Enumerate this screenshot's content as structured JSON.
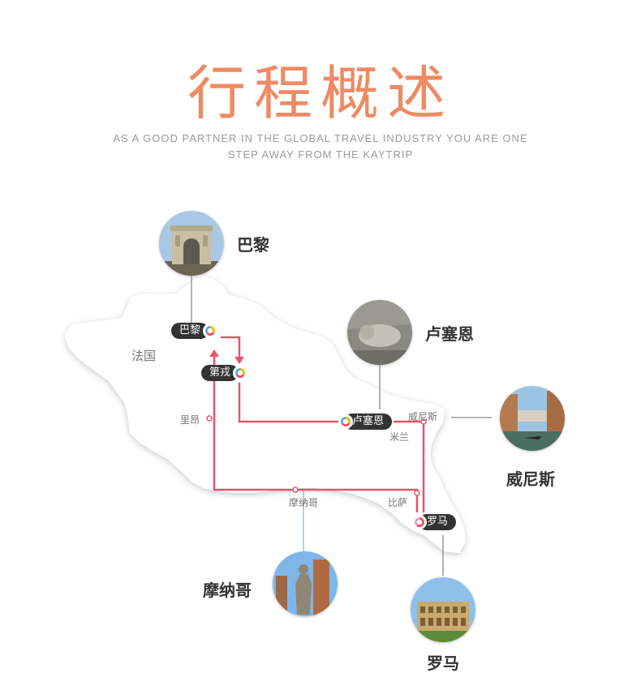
{
  "header": {
    "title": "行程概述",
    "subtitle_line1": "AS A GOOD PARTNER IN THE GLOBAL TRAVEL INDUSTRY YOU ARE ONE",
    "subtitle_line2": "STEP AWAY FROM THE KAYTRIP"
  },
  "map": {
    "country": "法国",
    "colors": {
      "route": "#e8546b",
      "land": "#ffffff",
      "title": "#ee8a64",
      "pill": "#333333"
    },
    "featured": [
      {
        "id": "paris",
        "label": "巴黎",
        "icon": "arc-de-triomphe-icon"
      },
      {
        "id": "lucerne",
        "label": "卢塞恩",
        "icon": "lion-monument-icon"
      },
      {
        "id": "venice",
        "label": "威尼斯",
        "icon": "venice-canal-icon"
      },
      {
        "id": "monaco",
        "label": "摩纳哥",
        "icon": "monaco-statue-icon"
      },
      {
        "id": "rome",
        "label": "罗马",
        "icon": "colosseum-icon"
      }
    ],
    "stops": {
      "paris": "巴黎",
      "dijon": "第戎",
      "lucerne": "卢塞恩",
      "rome": "罗马"
    },
    "passing": {
      "lyon": "里昂",
      "venice": "威尼斯",
      "milan": "米兰",
      "pisa": "比萨",
      "monaco": "摩纳哥"
    }
  }
}
